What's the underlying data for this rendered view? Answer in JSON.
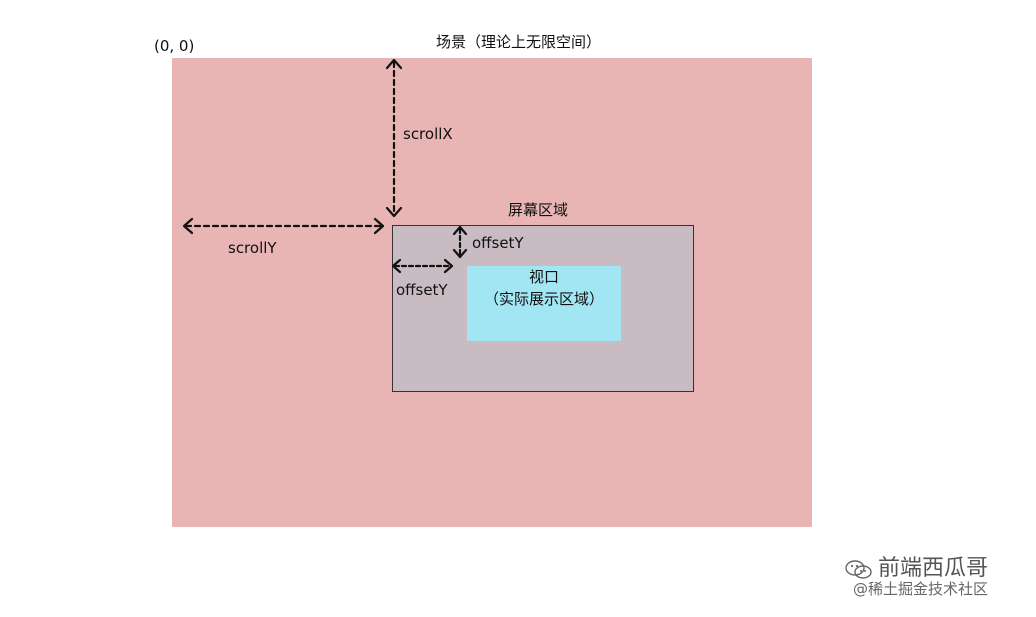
{
  "origin_label": "(0, 0)",
  "scene": {
    "title": "场景（理论上无限空间）",
    "color": "#e8b4b4"
  },
  "screen": {
    "title": "屏幕区域",
    "color": "#c9bbc2"
  },
  "viewport": {
    "title": "视口",
    "subtitle": "（实际展示区域）",
    "color": "#a3e6f3"
  },
  "arrows": {
    "scrollX": "scrollX",
    "scrollY": "scrollY",
    "offsetY_top": "offsetY",
    "offsetY_bottom": "offsetY"
  },
  "watermark": {
    "account": "前端西瓜哥",
    "community": "@稀土掘金技术社区",
    "icon": "wechat-icon"
  }
}
